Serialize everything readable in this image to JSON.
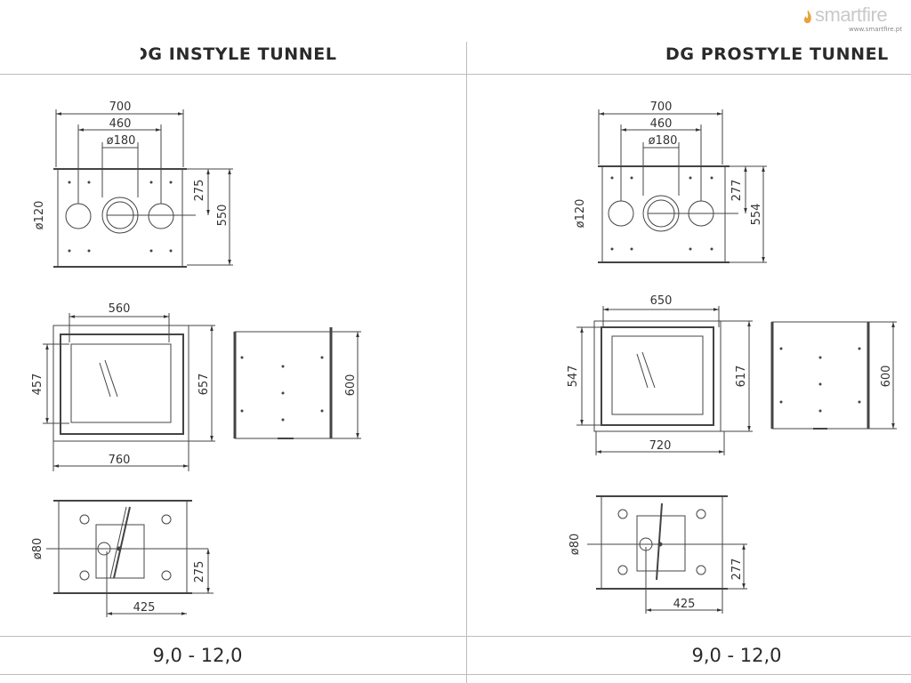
{
  "brand": {
    "name": "smartfire",
    "url": "www.smartfire.pt",
    "accent": "#e8a23a"
  },
  "columns": [
    {
      "title": "DG INSTYLE TUNNEL",
      "power": "9,0 - 12,0",
      "top_view": {
        "width": "700",
        "spacing": "460",
        "flue": "ø180",
        "inlet": "ø120",
        "flue_offset": "275",
        "depth": "550"
      },
      "front_view": {
        "glass_width": "560",
        "glass_height": "457",
        "height": "657",
        "width": "760"
      },
      "side_view": {
        "height": "600"
      },
      "bottom_view": {
        "inlet": "ø80",
        "offset": "275",
        "width": "425"
      }
    },
    {
      "title": "DG PROSTYLE TUNNEL",
      "power": "9,0 - 12,0",
      "top_view": {
        "width": "700",
        "spacing": "460",
        "flue": "ø180",
        "inlet": "ø120",
        "flue_offset": "277",
        "depth": "554"
      },
      "front_view": {
        "glass_width": "650",
        "glass_height": "547",
        "height": "617",
        "width": "720"
      },
      "side_view": {
        "height": "600"
      },
      "bottom_view": {
        "inlet": "ø80",
        "offset": "277",
        "width": "425"
      }
    }
  ]
}
